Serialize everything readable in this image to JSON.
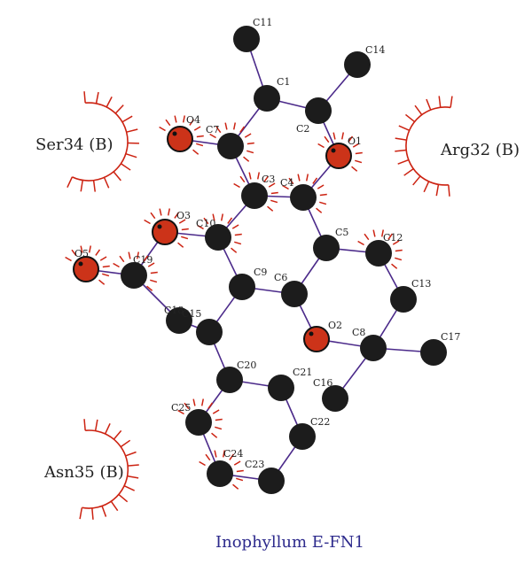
{
  "colors": {
    "bond": "#4b2a8a",
    "carbon": "#1c1c1c",
    "oxygen": "#cc3319",
    "hydrophobic": "#cc2211",
    "caption": "#2d2a8c",
    "label": "#222222"
  },
  "diagram": {
    "caption": "Inophyllum E-FN1",
    "residues": [
      {
        "id": "ser34",
        "label": "Ser34 (B)"
      },
      {
        "id": "arg32",
        "label": "Arg32 (B)"
      },
      {
        "id": "asn35",
        "label": "Asn35 (B)"
      }
    ],
    "atoms": [
      {
        "id": "C11",
        "label": "C11",
        "element": "C"
      },
      {
        "id": "C14",
        "label": "C14",
        "element": "C"
      },
      {
        "id": "C1",
        "label": "C1",
        "element": "C"
      },
      {
        "id": "C2",
        "label": "C2",
        "element": "C"
      },
      {
        "id": "C7",
        "label": "C7",
        "element": "C"
      },
      {
        "id": "O4",
        "label": "O4",
        "element": "O"
      },
      {
        "id": "O1",
        "label": "O1",
        "element": "O"
      },
      {
        "id": "C3",
        "label": "C3",
        "element": "C"
      },
      {
        "id": "C4",
        "label": "C4",
        "element": "C"
      },
      {
        "id": "C10",
        "label": "C10",
        "element": "C"
      },
      {
        "id": "O3",
        "label": "O3",
        "element": "O"
      },
      {
        "id": "C5",
        "label": "C5",
        "element": "C"
      },
      {
        "id": "C12",
        "label": "C12",
        "element": "C"
      },
      {
        "id": "O5",
        "label": "O5",
        "element": "O"
      },
      {
        "id": "C19",
        "label": "C19",
        "element": "C"
      },
      {
        "id": "C9",
        "label": "C9",
        "element": "C"
      },
      {
        "id": "C6",
        "label": "C6",
        "element": "C"
      },
      {
        "id": "C13",
        "label": "C13",
        "element": "C"
      },
      {
        "id": "C18",
        "label": "C18",
        "element": "C"
      },
      {
        "id": "C15",
        "label": "C15",
        "element": "C"
      },
      {
        "id": "O2",
        "label": "O2",
        "element": "O"
      },
      {
        "id": "C8",
        "label": "C8",
        "element": "C"
      },
      {
        "id": "C17",
        "label": "C17",
        "element": "C"
      },
      {
        "id": "C16",
        "label": "C16",
        "element": "C"
      },
      {
        "id": "C20",
        "label": "C20",
        "element": "C"
      },
      {
        "id": "C21",
        "label": "C21",
        "element": "C"
      },
      {
        "id": "C22",
        "label": "C22",
        "element": "C"
      },
      {
        "id": "C25",
        "label": "C25",
        "element": "C"
      },
      {
        "id": "C24",
        "label": "C24",
        "element": "C"
      },
      {
        "id": "C23",
        "label": "C23",
        "element": "C"
      }
    ],
    "bonds": [
      [
        "C11",
        "C1"
      ],
      [
        "C1",
        "C2"
      ],
      [
        "C2",
        "C14"
      ],
      [
        "C1",
        "C7"
      ],
      [
        "C7",
        "O4"
      ],
      [
        "C2",
        "O1"
      ],
      [
        "C7",
        "C3"
      ],
      [
        "O1",
        "C4"
      ],
      [
        "C3",
        "C4"
      ],
      [
        "C3",
        "C10"
      ],
      [
        "C4",
        "C5"
      ],
      [
        "C10",
        "O3"
      ],
      [
        "O3",
        "C19"
      ],
      [
        "C19",
        "O5"
      ],
      [
        "C19",
        "C18"
      ],
      [
        "C18",
        "C15"
      ],
      [
        "C10",
        "C9"
      ],
      [
        "C9",
        "C6"
      ],
      [
        "C6",
        "C5"
      ],
      [
        "C5",
        "C12"
      ],
      [
        "C12",
        "C13"
      ],
      [
        "C13",
        "C8"
      ],
      [
        "C8",
        "O2"
      ],
      [
        "O2",
        "C6"
      ],
      [
        "C8",
        "C17"
      ],
      [
        "C8",
        "C16"
      ],
      [
        "C9",
        "C15"
      ],
      [
        "C15",
        "C20"
      ],
      [
        "C20",
        "C21"
      ],
      [
        "C21",
        "C22"
      ],
      [
        "C22",
        "C23"
      ],
      [
        "C23",
        "C24"
      ],
      [
        "C24",
        "C25"
      ],
      [
        "C25",
        "C20"
      ]
    ],
    "hydrophobic_contacts": [
      "O4",
      "C7",
      "O1",
      "C3",
      "C4",
      "C10",
      "O3",
      "C12",
      "O5",
      "C19",
      "C25",
      "C24"
    ]
  }
}
